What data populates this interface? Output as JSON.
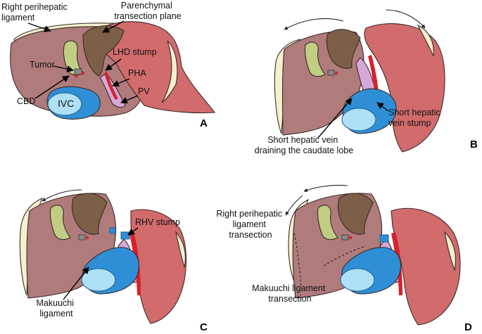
{
  "panels": {
    "A": {
      "letter": "A",
      "labels": {
        "right_perihepatic_ligament": [
          "Right perihepatic",
          "ligament"
        ],
        "parenchymal_transection_plane": [
          "Parenchymal",
          "transection plane"
        ],
        "lhd_stump": "LHD stump",
        "tumor": "Tumor",
        "pha": "PHA",
        "cbd": "CBD",
        "pv": "PV",
        "ivc": "IVC"
      }
    },
    "B": {
      "letter": "B",
      "labels": {
        "short_hepatic_vein_stump": [
          "Short hepatic",
          "vein stump"
        ],
        "short_hepatic_vein_caudate": [
          "Short hepatic vein",
          "draining the caudate lobe"
        ]
      }
    },
    "C": {
      "letter": "C",
      "labels": {
        "rhv_stump": "RHV stump",
        "makuuchi_ligament": [
          "Makuuchi",
          "ligament"
        ]
      }
    },
    "D": {
      "letter": "D",
      "labels": {
        "right_perihepatic_ligament_transection": [
          "Right perihepatic",
          "ligament",
          "transection"
        ],
        "makuuchi_ligament_transection": [
          "Makuuchi ligament",
          "transection"
        ]
      }
    }
  },
  "colors": {
    "liver_left": "#b07b7b",
    "liver_right": "#d26b6b",
    "ligament": "#f6f0cf",
    "gallbladder": "#c2cd84",
    "transection_plane": "#7d5f48",
    "ivc": "#2f8fd6",
    "ivc_lumen": "#aee0f6",
    "artery": "#d8202a",
    "portal": "#d6a8d8"
  }
}
